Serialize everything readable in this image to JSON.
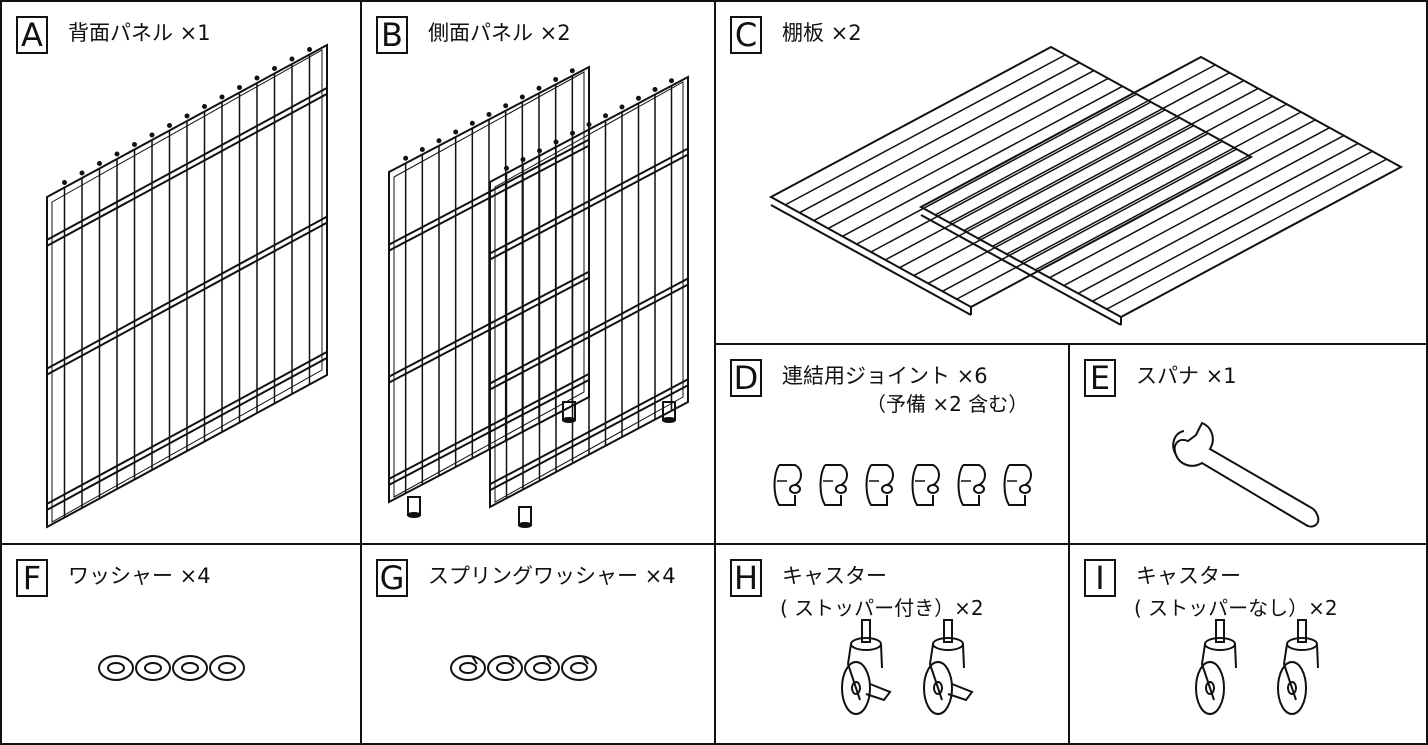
{
  "parts": {
    "a": {
      "letter": "A",
      "label": "背面パネル ×1"
    },
    "b": {
      "letter": "B",
      "label": "側面パネル ×2"
    },
    "c": {
      "letter": "C",
      "label": "棚板 ×2"
    },
    "d": {
      "letter": "D",
      "label": "連結用ジョイント ×6",
      "note": "（予備 ×2 含む）"
    },
    "e": {
      "letter": "E",
      "label": "スパナ ×1"
    },
    "f": {
      "letter": "F",
      "label": "ワッシャー ×4"
    },
    "g": {
      "letter": "G",
      "label": "スプリングワッシャー ×4"
    },
    "h": {
      "letter": "H",
      "label": "キャスター",
      "note": "( ストッパー付き）×2"
    },
    "i": {
      "letter": "I",
      "label": "キャスター",
      "note": "( ストッパーなし）×2"
    }
  },
  "colors": {
    "line": "#111111",
    "background": "#ffffff"
  }
}
